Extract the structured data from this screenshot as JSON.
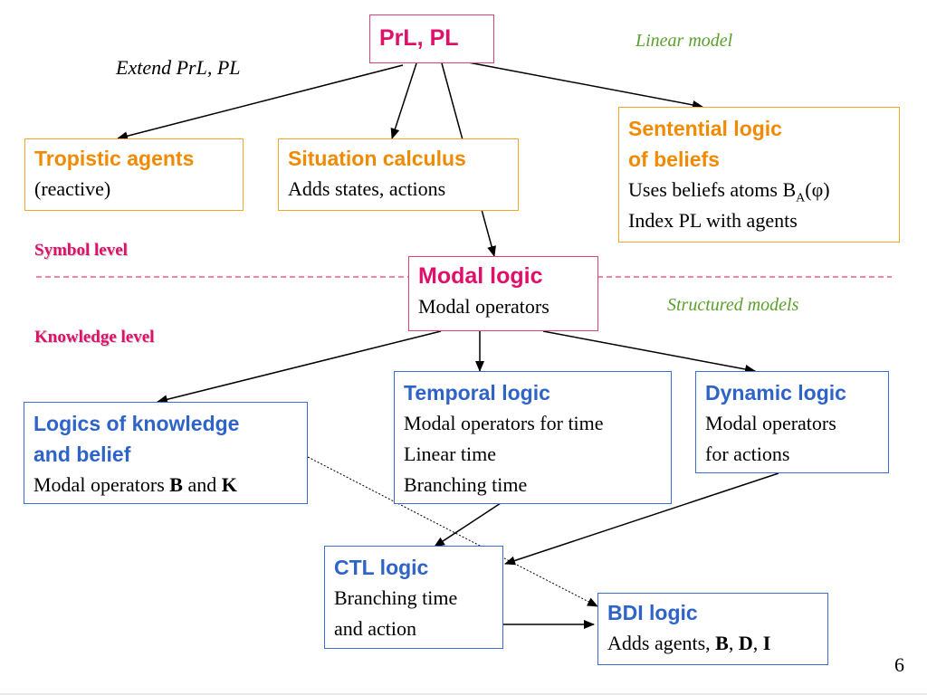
{
  "root": {
    "title": "PrL, PL"
  },
  "annotations": {
    "extend": "Extend PrL, PL",
    "linear_model": "Linear model",
    "structured_models": "Structured models",
    "symbol_level": "Symbol level",
    "knowledge_level": "Knowledge level",
    "page_number": "6"
  },
  "tropistic": {
    "title": "Tropistic agents",
    "line1": "(reactive)"
  },
  "situation": {
    "title": "Situation calculus",
    "line1": "Adds states, actions"
  },
  "sentential": {
    "title1": "Sentential logic",
    "title2": "of beliefs",
    "line1_prefix": "Uses beliefs atoms B",
    "line1_sub": "A",
    "line1_suffix": "(φ)",
    "line2": "Index PL with agents"
  },
  "modal": {
    "title": "Modal logic",
    "line1": "Modal operators"
  },
  "knowledge": {
    "title1": "Logics of knowledge",
    "title2": "and belief",
    "line1_prefix": "Modal operators ",
    "b": "B",
    "and": " and ",
    "k": "K"
  },
  "temporal": {
    "title": "Temporal logic",
    "line1": "Modal operators for time",
    "line2": "Linear time",
    "line3": "Branching time"
  },
  "dynamic": {
    "title": "Dynamic logic",
    "line1": "Modal operators",
    "line2": "for actions"
  },
  "ctl": {
    "title": "CTL logic",
    "line1": "Branching time",
    "line2": "and action"
  },
  "bdi": {
    "title": "BDI logic",
    "line1_prefix": "Adds agents, ",
    "b": "B",
    "sep1": ", ",
    "d": "D",
    "sep2": ", ",
    "i": "I"
  },
  "colors": {
    "pink": "#e0106a",
    "orange": "#f08a00",
    "blue": "#2e63c8",
    "green": "#5aa02c"
  }
}
